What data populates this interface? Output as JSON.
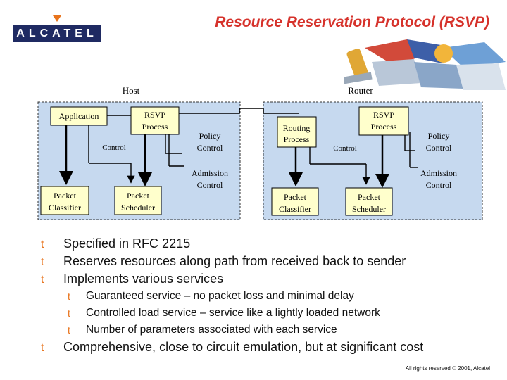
{
  "header": {
    "logo_text": "ALCATEL",
    "title": "Resource Reservation Protocol (RSVP)"
  },
  "diagram": {
    "host_label": "Host",
    "router_label": "Router",
    "host": {
      "application": "Application",
      "rsvp_process": [
        "RSVP",
        "Process"
      ],
      "policy_control": [
        "Policy",
        "Control"
      ],
      "control": "Control",
      "admission_control": [
        "Admission",
        "Control"
      ],
      "packet_classifier": [
        "Packet",
        "Classifier"
      ],
      "packet_scheduler": [
        "Packet",
        "Scheduler"
      ]
    },
    "router": {
      "routing_process": [
        "Routing",
        "Process"
      ],
      "rsvp_process": [
        "RSVP",
        "Process"
      ],
      "policy_control": [
        "Policy",
        "Control"
      ],
      "control": "Control",
      "admission_control": [
        "Admission",
        "Control"
      ],
      "packet_classifier": [
        "Packet",
        "Classifier"
      ],
      "packet_scheduler": [
        "Packet",
        "Scheduler"
      ]
    }
  },
  "bullets": [
    {
      "text": "Specified in RFC 2215",
      "level": 1
    },
    {
      "text": "Reserves resources along path from received back to sender",
      "level": 1
    },
    {
      "text": "Implements various services",
      "level": 1
    },
    {
      "text": "Guaranteed service – no packet loss and minimal delay",
      "level": 2
    },
    {
      "text": "Controlled load service – service like a lightly loaded network",
      "level": 2
    },
    {
      "text": "Number of parameters associated with each service",
      "level": 2
    },
    {
      "text": "Comprehensive, close to circuit emulation, but at significant cost",
      "level": 1
    }
  ],
  "bullet_marker": "t",
  "footer": "All rights reserved © 2001, Alcatel",
  "colors": {
    "title_red": "#d6322b",
    "bullet_orange": "#e8731c",
    "logo_navy": "#1f2a62",
    "panel_blue": "#c6d9ef",
    "box_yellow": "#ffffcc"
  }
}
